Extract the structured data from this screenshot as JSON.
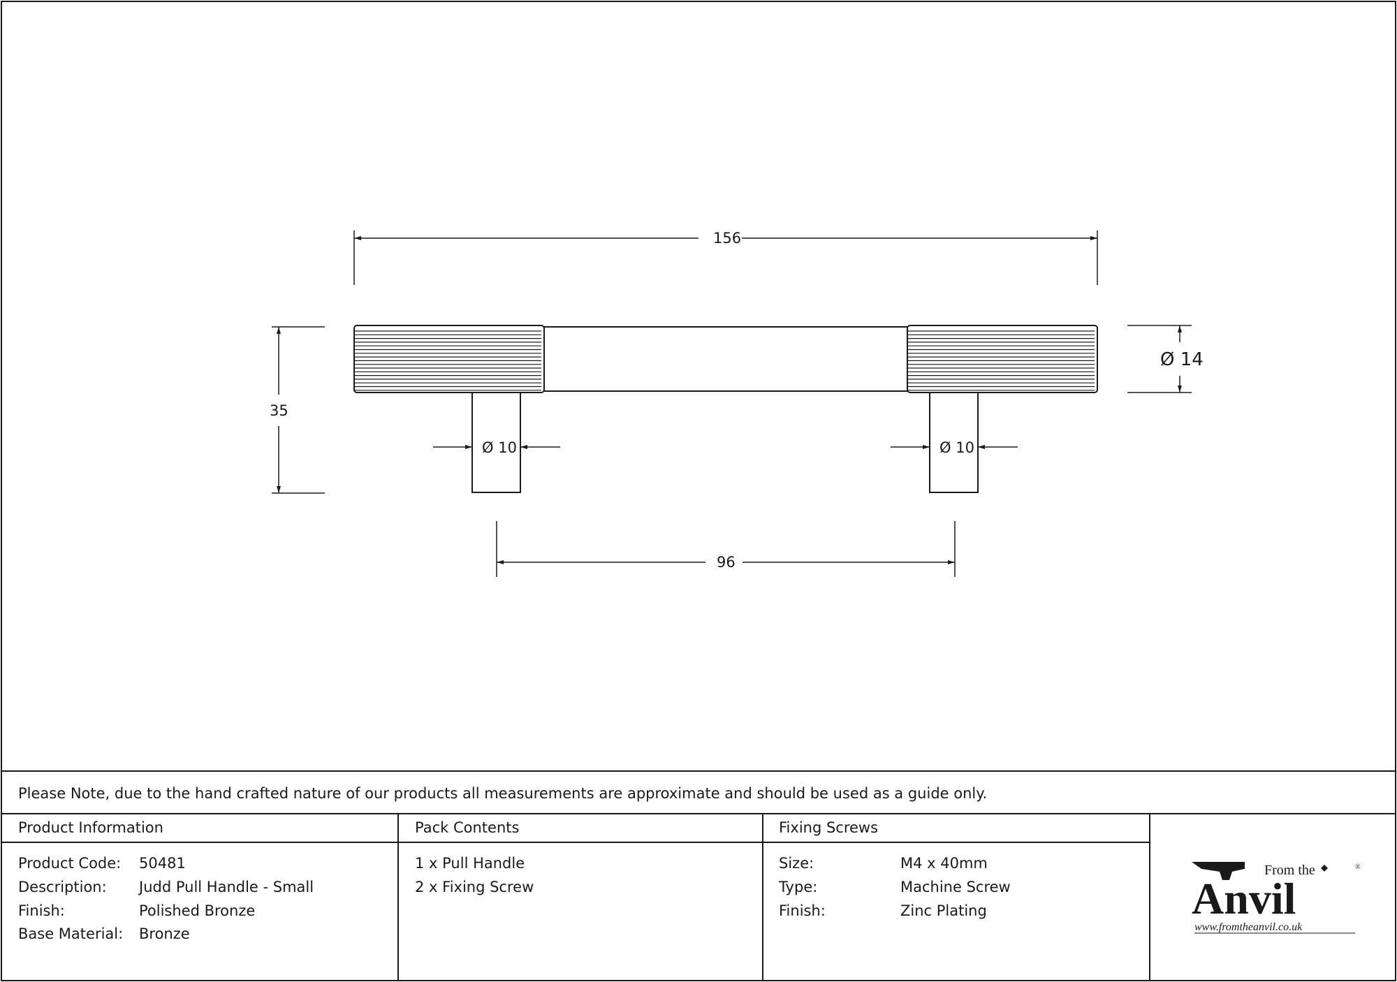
{
  "drawing": {
    "dimensions": {
      "overall_length": "156",
      "height": "35",
      "centres": "96",
      "bar_diameter": "Ø 14",
      "post_diameter_left": "Ø 10",
      "post_diameter_right": "Ø 10"
    }
  },
  "note": "Please Note, due to the hand crafted nature of our products all measurements are approximate and should be used as a guide only.",
  "product_information": {
    "heading": "Product Information",
    "rows": [
      {
        "label": "Product Code:",
        "value": "50481"
      },
      {
        "label": "Description:",
        "value": "Judd Pull Handle - Small"
      },
      {
        "label": "Finish:",
        "value": "Polished Bronze"
      },
      {
        "label": "Base Material:",
        "value": "Bronze"
      }
    ]
  },
  "pack_contents": {
    "heading": "Pack Contents",
    "items": [
      "1 x Pull Handle",
      "2 x Fixing Screw"
    ]
  },
  "fixing_screws": {
    "heading": "Fixing Screws",
    "rows": [
      {
        "label": "Size:",
        "value": "M4 x 40mm"
      },
      {
        "label": "Type:",
        "value": "Machine Screw"
      },
      {
        "label": "Finish:",
        "value": "Zinc Plating"
      }
    ]
  },
  "logo": {
    "from_the": "From the",
    "name": "Anvil",
    "registered": "®",
    "website": "www.fromtheanvil.co.uk"
  }
}
